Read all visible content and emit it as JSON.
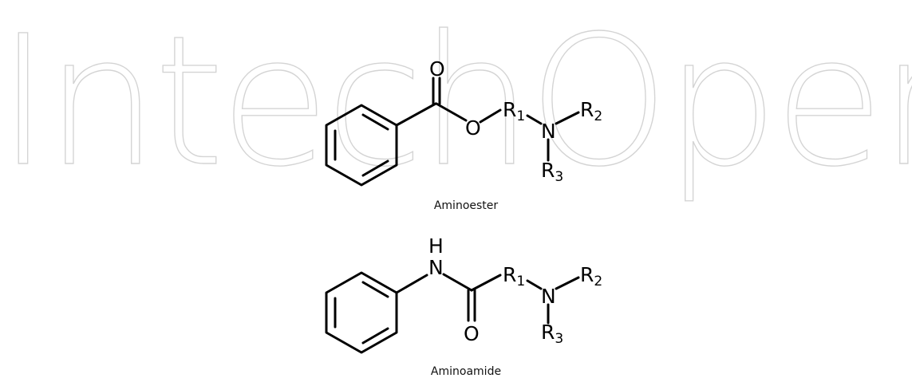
{
  "watermark": "IntechOpen",
  "structures": [
    {
      "caption": "Aminoester",
      "labels": {
        "o_carbonyl": "O",
        "o_ester": "O",
        "r1": "R",
        "r1_sub": "1",
        "n": "N",
        "r2": "R",
        "r2_sub": "2",
        "r3": "R",
        "r3_sub": "3"
      }
    },
    {
      "caption": "Aminoamide",
      "labels": {
        "h": "H",
        "n_amide": "N",
        "o_carbonyl": "O",
        "r1": "R",
        "r1_sub": "1",
        "n": "N",
        "r2": "R",
        "r2_sub": "2",
        "r3": "R",
        "r3_sub": "3"
      }
    }
  ]
}
